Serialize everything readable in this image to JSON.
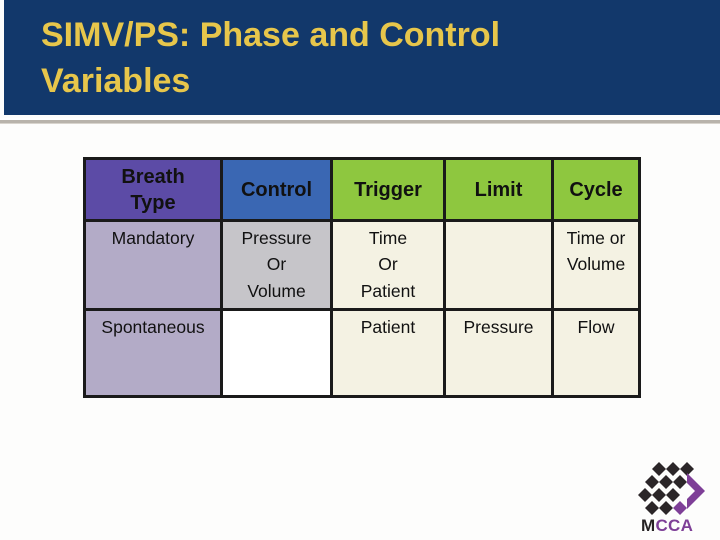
{
  "slide": {
    "title_lines": [
      "SIMV/PS: Phase and Control",
      "Variables"
    ]
  },
  "table": {
    "columns": [
      "Breath\nType",
      "Control",
      "Trigger",
      "Limit",
      "Cycle"
    ],
    "rows": [
      {
        "breath_type": "Mandatory",
        "control": "Pressure\nOr\nVolume",
        "trigger": "Time\nOr\nPatient",
        "limit": "",
        "cycle": "Time or\nVolume"
      },
      {
        "breath_type": "Spontaneous",
        "control": "",
        "trigger": "Patient",
        "limit": "Pressure",
        "cycle": "Flow"
      }
    ]
  },
  "logo": {
    "text_m": "M",
    "text_cca": "CCA"
  },
  "colors": {
    "banner_navy": "#12386b",
    "title_gold": "#e7c64b",
    "header_purple": "#5c4ba6",
    "header_blue": "#3a67b3",
    "header_green": "#8ec73f",
    "cell_lavender": "#b3abc7",
    "cell_gray": "#c6c5c9",
    "cell_cream": "#f4f2e3",
    "logo_purple": "#7e3f97"
  }
}
